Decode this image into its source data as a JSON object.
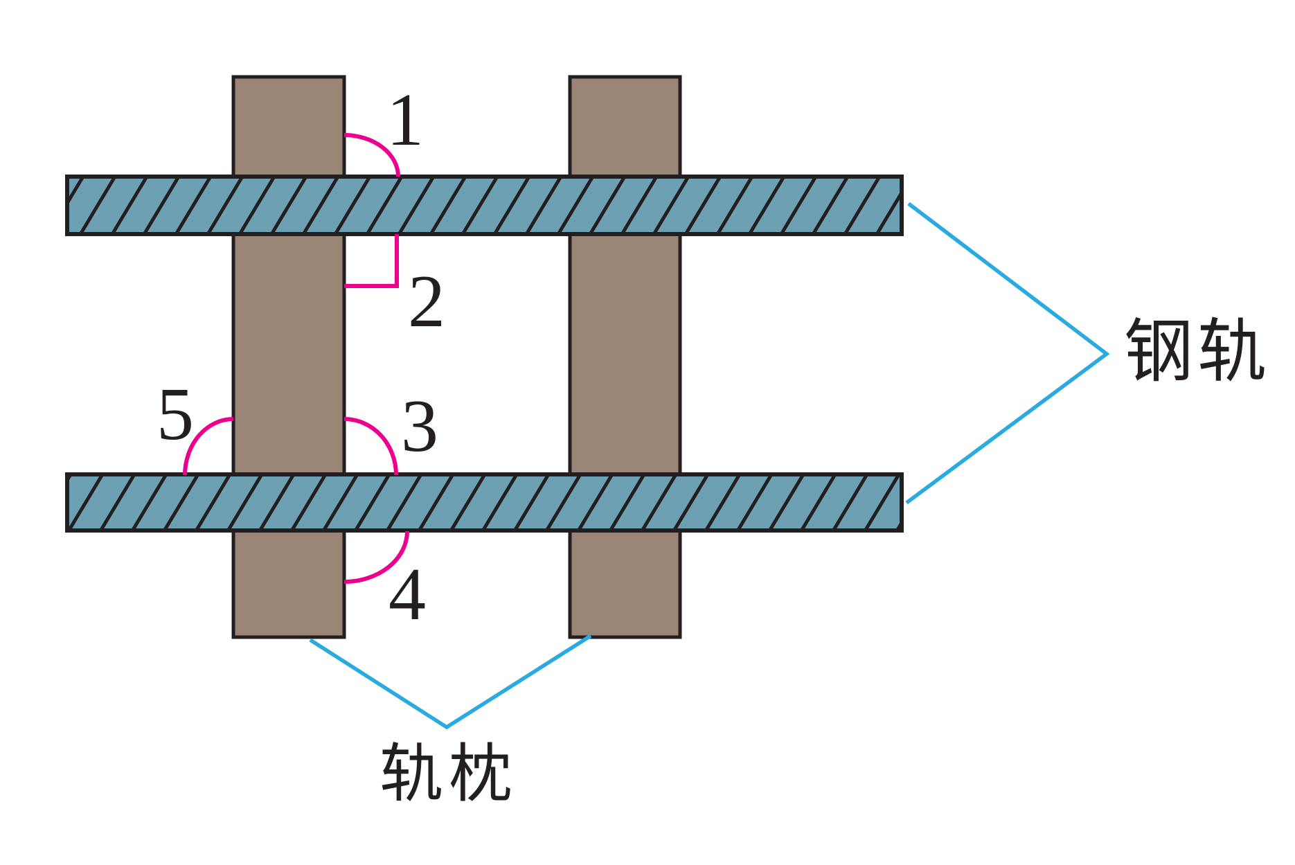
{
  "angles": {
    "a1": "1",
    "a2": "2",
    "a3": "3",
    "a4": "4",
    "a5": "5"
  },
  "labels": {
    "rails": "钢轨",
    "sleepers": "轨枕"
  },
  "colors": {
    "background": "#FFFFFF",
    "rail_fill": "#6EA0B4",
    "sleeper_fill": "#9A8577",
    "outline": "#231F20",
    "text": "#231F20",
    "angle_mark": "#EC008C",
    "leader_line": "#29ABE2"
  }
}
